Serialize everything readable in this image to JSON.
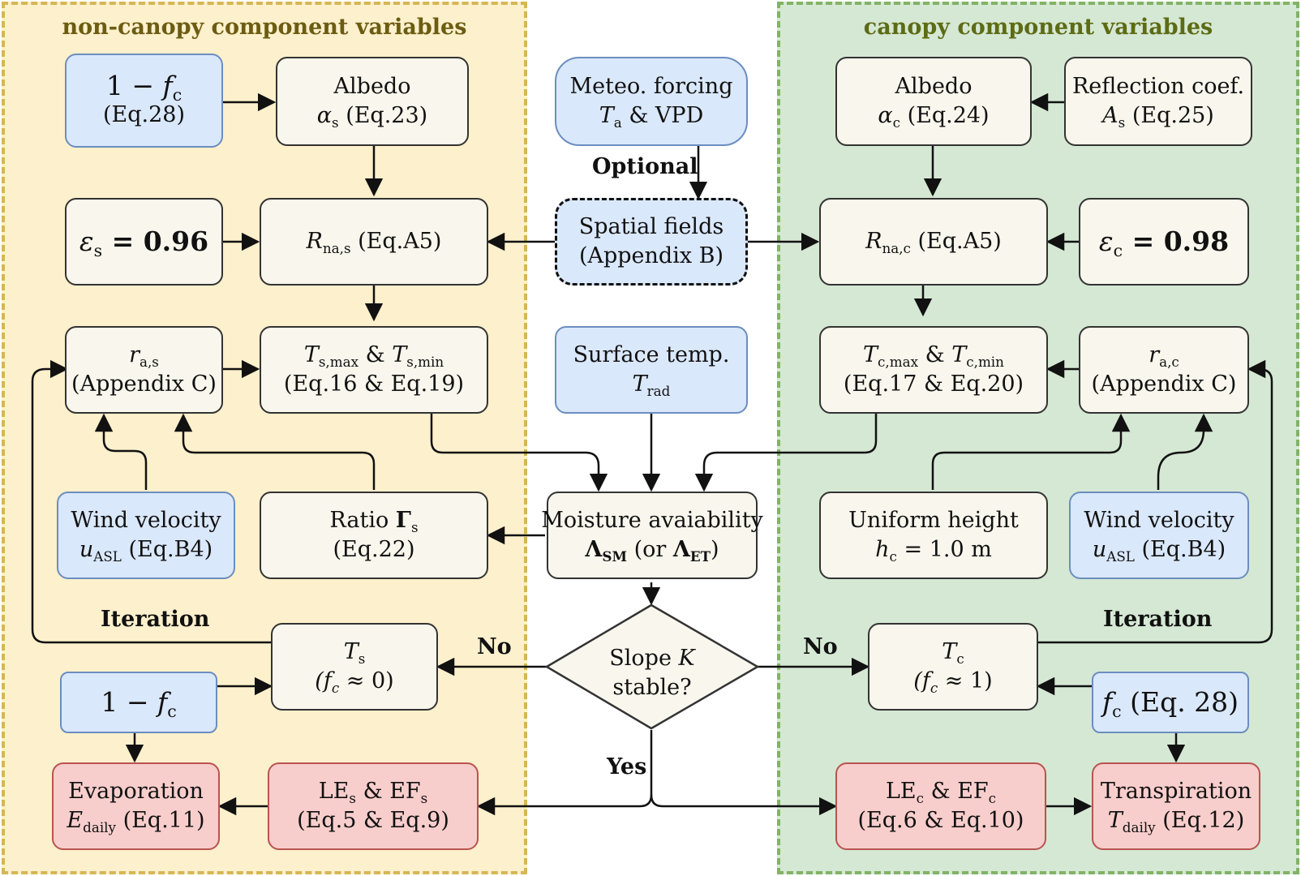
{
  "regions": {
    "left_title": "non-canopy component variables",
    "right_title": "canopy component variables"
  },
  "nodes": {
    "one_minus_fc_eq28": {
      "l1_pre": "1 − ",
      "l1_var": "f",
      "l1_sub": "c",
      "l2": "(Eq.28)"
    },
    "albedo_s": {
      "l1": "Albedo",
      "l2_var": "α",
      "l2_sub": "s",
      "l2_rest": " (Eq.23)"
    },
    "meteo_forcing": {
      "l1": "Meteo. forcing",
      "l2_var": "T",
      "l2_sub": "a",
      "l2_rest": " & VPD"
    },
    "albedo_c": {
      "l1": "Albedo",
      "l2_var": "α",
      "l2_sub": "c",
      "l2_rest": " (Eq.24)"
    },
    "reflection_coef": {
      "l1": "Reflection coef.",
      "l2_var": "A",
      "l2_sub": "s",
      "l2_rest": " (Eq.25)"
    },
    "eps_s": {
      "var": "ε",
      "sub": "s",
      "rest": " = 0.96"
    },
    "rna_s": {
      "var": "R",
      "sub": "na,s",
      "rest": " (Eq.A5)"
    },
    "spatial_fields": {
      "l1": "Spatial fields",
      "l2": "(Appendix B)"
    },
    "rna_c": {
      "var": "R",
      "sub": "na,c",
      "rest": " (Eq.A5)"
    },
    "eps_c": {
      "var": "ε",
      "sub": "c",
      "rest": " = 0.98"
    },
    "ra_s": {
      "l1_var": "r",
      "l1_sub": "a,s",
      "l2": "(Appendix C)"
    },
    "ts_maxmin": {
      "v1": "T",
      "s1": "s,max",
      "mid": " & ",
      "v2": "T",
      "s2": "s,min",
      "l2": "(Eq.16 & Eq.19)"
    },
    "surface_temp": {
      "l1": "Surface temp.",
      "l2_var": "T",
      "l2_sub": "rad"
    },
    "tc_maxmin": {
      "v1": "T",
      "s1": "c,max",
      "mid": " & ",
      "v2": "T",
      "s2": "c,min",
      "l2": "(Eq.17 & Eq.20)"
    },
    "ra_c": {
      "l1_var": "r",
      "l1_sub": "a,c",
      "l2": "(Appendix C)"
    },
    "wind_left": {
      "l1": "Wind velocity",
      "l2_var": "u",
      "l2_sub": "ASL",
      "l2_rest": " (Eq.B4)"
    },
    "ratio_gamma": {
      "l1_pre": "Ratio ",
      "l1_var": "Γ",
      "l1_sub": "s",
      "l2": "(Eq.22)"
    },
    "moisture": {
      "l1": "Moisture avaiability",
      "v1": "Λ",
      "s1": "SM",
      "mid": " (or ",
      "v2": "Λ",
      "s2": "ET",
      "end": ")"
    },
    "uniform_height": {
      "l1": "Uniform height",
      "l2_var": "h",
      "l2_sub": "c",
      "l2_rest": " = 1.0 m"
    },
    "wind_right": {
      "l1": "Wind velocity",
      "l2_var": "u",
      "l2_sub": "ASL",
      "l2_rest": " (Eq.B4)"
    },
    "ts": {
      "l1_var": "T",
      "l1_sub": "s",
      "l2": "(f",
      "l2_sub": "c",
      "l2_rest": " ≈ 0)"
    },
    "slope": {
      "l1_pre": "Slope  ",
      "l1_var": "K",
      "l2": "stable?"
    },
    "tc": {
      "l1_var": "T",
      "l1_sub": "c",
      "l2": "(f",
      "l2_sub": "c",
      "l2_rest": " ≈ 1)"
    },
    "one_minus_fc": {
      "pre": "1 − ",
      "var": "f",
      "sub": "c"
    },
    "fc_eq28": {
      "var": "f",
      "sub": "c",
      "rest": " (Eq. 28)"
    },
    "evaporation": {
      "l1": "Evaporation",
      "l2_var": "E",
      "l2_sub": "daily",
      "l2_rest": " (Eq.11)"
    },
    "le_ef_s": {
      "v1": "LE",
      "s1": "s",
      "mid": " & ",
      "v2": "EF",
      "s2": "s",
      "l2": "(Eq.5 & Eq.9)"
    },
    "le_ef_c": {
      "v1": "LE",
      "s1": "c",
      "mid": " & ",
      "v2": "EF",
      "s2": "c",
      "l2": "(Eq.6 & Eq.10)"
    },
    "transpiration": {
      "l1": "Transpiration",
      "l2_var": "T",
      "l2_sub": "daily",
      "l2_rest": " (Eq.12)"
    }
  },
  "edge_labels": {
    "optional": "Optional",
    "iteration_left": "Iteration",
    "iteration_right": "Iteration",
    "no_left": "No",
    "no_right": "No",
    "yes": "Yes"
  },
  "colors": {
    "non_canopy_fill": "#fdf0cc",
    "non_canopy_border": "#d6b656",
    "canopy_fill": "#d5e8d4",
    "canopy_border": "#82b366",
    "input_fill": "#dae8fc",
    "output_fill": "#f8cecc",
    "process_fill": "#f9f7ed"
  }
}
